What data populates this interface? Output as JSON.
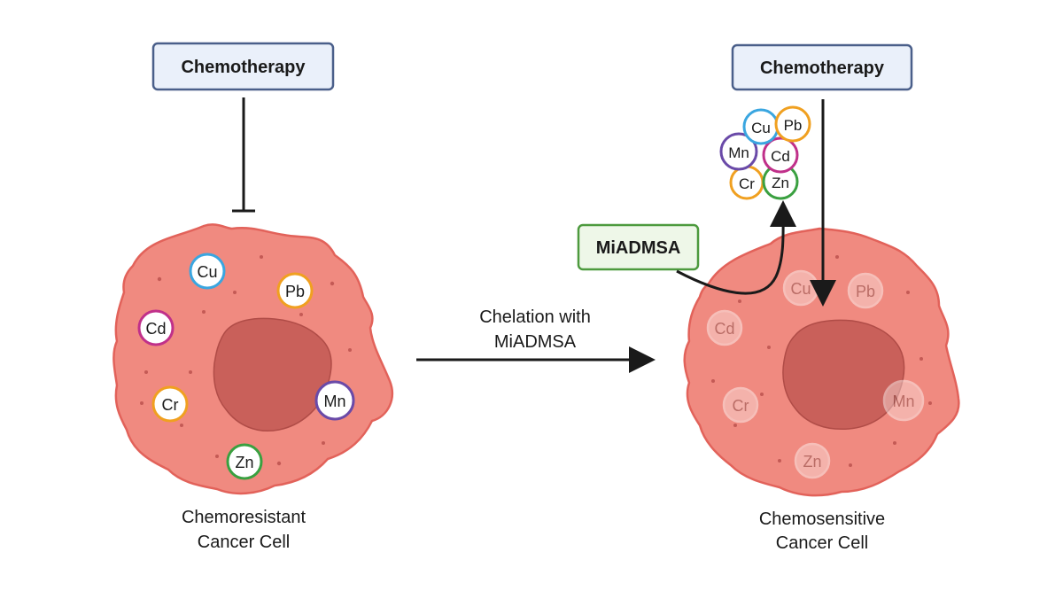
{
  "left_panel": {
    "top_box_label": "Chemotherapy",
    "cell_label_line1": "Chemoresistant",
    "cell_label_line2": "Cancer Cell",
    "metals": [
      {
        "symbol": "Cu",
        "color": "#3aa6e0"
      },
      {
        "symbol": "Pb",
        "color": "#f0a020"
      },
      {
        "symbol": "Cd",
        "color": "#c0308a"
      },
      {
        "symbol": "Cr",
        "color": "#f0a020"
      },
      {
        "symbol": "Mn",
        "color": "#6a4aa8"
      },
      {
        "symbol": "Zn",
        "color": "#3aa040"
      }
    ]
  },
  "middle": {
    "arrow_label_line1": "Chelation with",
    "arrow_label_line2": "MiADMSA"
  },
  "right_panel": {
    "top_box_label": "Chemotherapy",
    "chelator_box_label": "MiADMSA",
    "cell_label_line1": "Chemosensitive",
    "cell_label_line2": "Cancer Cell",
    "released_metals": [
      {
        "symbol": "Cu",
        "color": "#3aa6e0"
      },
      {
        "symbol": "Pb",
        "color": "#f0a020"
      },
      {
        "symbol": "Mn",
        "color": "#6a4aa8"
      },
      {
        "symbol": "Cd",
        "color": "#c0308a"
      },
      {
        "symbol": "Cr",
        "color": "#f0a020"
      },
      {
        "symbol": "Zn",
        "color": "#3aa040"
      }
    ],
    "faded_metals": [
      {
        "symbol": "Cu"
      },
      {
        "symbol": "Pb"
      },
      {
        "symbol": "Cd"
      },
      {
        "symbol": "Cr"
      },
      {
        "symbol": "Mn"
      },
      {
        "symbol": "Zn"
      }
    ]
  },
  "colors": {
    "cell_fill": "#f08a80",
    "cell_edge": "#e2625a",
    "nucleus_fill": "#c9605a",
    "box_fill_blue": "#eaf0fa",
    "box_edge_blue": "#4a5f8a",
    "box_fill_green": "#eef7e8",
    "box_edge_green": "#4d9a3e"
  }
}
